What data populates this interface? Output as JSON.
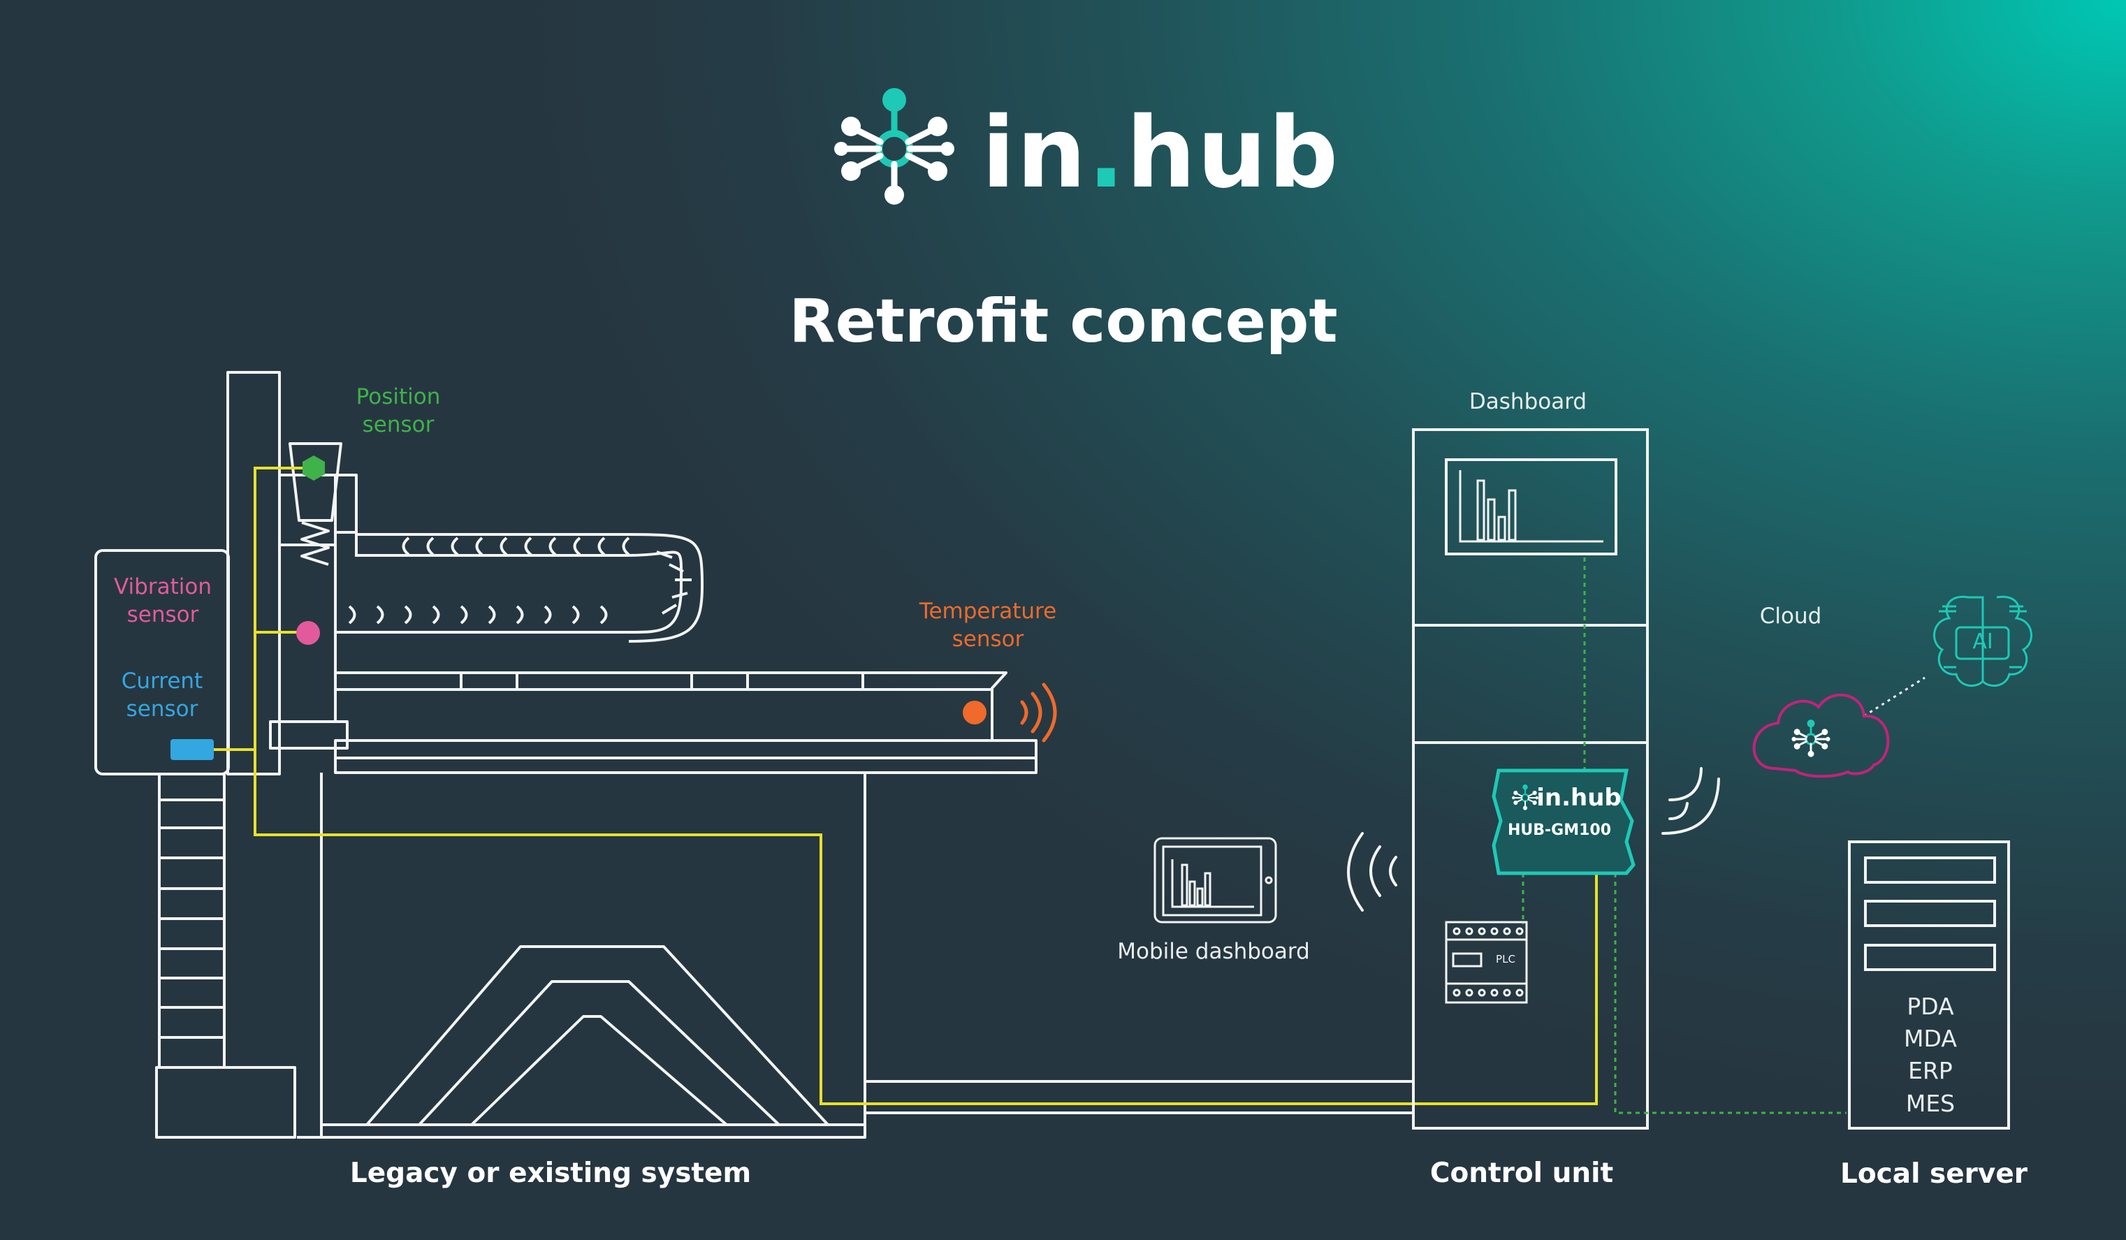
{
  "brand": {
    "logo_text_part1": "in",
    "logo_dot": ".",
    "logo_text_part2": "hub"
  },
  "title": "Retrofit concept",
  "labels": {
    "position_sensor_line1": "Position",
    "position_sensor_line2": "sensor",
    "vibration_sensor_line1": "Vibration",
    "vibration_sensor_line2": "sensor",
    "current_sensor_line1": "Current",
    "current_sensor_line2": "sensor",
    "temperature_sensor_line1": "Temperature",
    "temperature_sensor_line2": "sensor",
    "dashboard": "Dashboard",
    "cloud": "Cloud",
    "ai": "AI",
    "mobile_dashboard": "Mobile dashboard",
    "device_brand": "in.hub",
    "device_model": "HUB-GM100",
    "plc": "PLC",
    "server_items": [
      "PDA",
      "MDA",
      "ERP",
      "MES"
    ]
  },
  "captions": {
    "legacy": "Legacy or existing system",
    "control": "Control unit",
    "server": "Local server"
  },
  "colors": {
    "accent": "#1ec9b5",
    "outline": "#f2f4f5",
    "signal_line": "#e8e02c",
    "position_sensor": "#3fb24a",
    "vibration_sensor": "#e35a9c",
    "current_sensor": "#33a7e0",
    "temperature_sensor": "#ef6a2b",
    "cloud_outline": "#c2237a",
    "dotted_link": "#3fb24a"
  },
  "icons": [
    "inhub-logo-icon",
    "wifi-icon",
    "cloud-icon",
    "ai-brain-icon",
    "tablet-icon",
    "bar-chart-icon"
  ]
}
